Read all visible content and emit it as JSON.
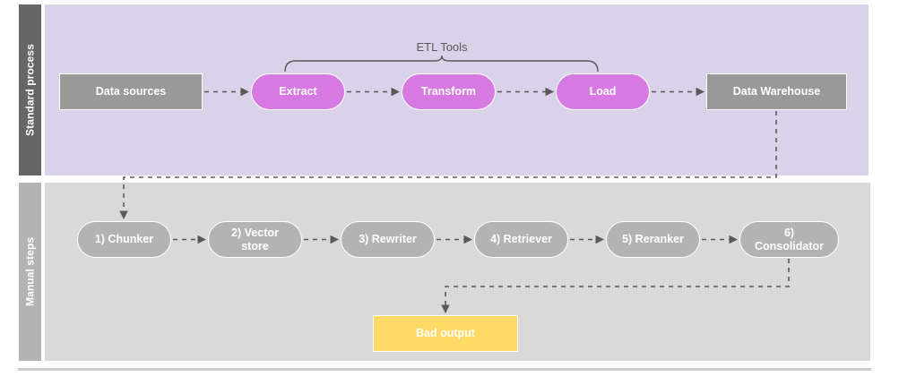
{
  "diagram": {
    "title_label": "ETL Tools",
    "lanes": [
      {
        "id": "standard",
        "label": "Standard process",
        "band_color": "#666666",
        "body_color": "#d9d2e9"
      },
      {
        "id": "manual",
        "label": "Manual steps",
        "band_color": "#b3b3b3",
        "body_color": "#d9d9d9"
      }
    ],
    "standard_process": {
      "nodes": [
        {
          "id": "data-sources",
          "label": "Data sources",
          "shape": "rect",
          "color": "#999999"
        },
        {
          "id": "extract",
          "label": "Extract",
          "shape": "pill",
          "color": "#d67ae1"
        },
        {
          "id": "transform",
          "label": "Transform",
          "shape": "pill",
          "color": "#d67ae1"
        },
        {
          "id": "load",
          "label": "Load",
          "shape": "pill",
          "color": "#d67ae1"
        },
        {
          "id": "data-warehouse",
          "label": "Data Warehouse",
          "shape": "rect",
          "color": "#999999"
        }
      ],
      "bracket": {
        "label": "ETL Tools",
        "spans": [
          "extract",
          "transform",
          "load"
        ]
      }
    },
    "manual_steps": {
      "nodes": [
        {
          "id": "chunker",
          "label": "1) Chunker",
          "shape": "pill",
          "color": "#b3b3b3"
        },
        {
          "id": "vector-store",
          "label": "2) Vector\nstore",
          "shape": "pill",
          "color": "#b3b3b3"
        },
        {
          "id": "rewriter",
          "label": "3) Rewriter",
          "shape": "pill",
          "color": "#b3b3b3"
        },
        {
          "id": "retriever",
          "label": "4) Retriever",
          "shape": "pill",
          "color": "#b3b3b3"
        },
        {
          "id": "reranker",
          "label": "5) Reranker",
          "shape": "pill",
          "color": "#b3b3b3"
        },
        {
          "id": "consolidator",
          "label": "6)\nConsolidator",
          "shape": "pill",
          "color": "#b3b3b3"
        }
      ],
      "output": {
        "id": "bad-output",
        "label": "Bad output",
        "shape": "rect",
        "color": "#ffd966"
      }
    },
    "node_labels": {
      "data_sources": "Data sources",
      "extract": "Extract",
      "transform": "Transform",
      "load": "Load",
      "data_warehouse": "Data Warehouse",
      "chunker": "1) Chunker",
      "vector_store_line1": "2) Vector",
      "vector_store_line2": "store",
      "rewriter": "3) Rewriter",
      "retriever": "4) Retriever",
      "reranker": "5) Reranker",
      "consolidator_line1": "6)",
      "consolidator_line2": "Consolidator",
      "bad_output": "Bad output"
    },
    "connections": [
      {
        "from": "data-sources",
        "to": "extract",
        "style": "dashed"
      },
      {
        "from": "extract",
        "to": "transform",
        "style": "dashed"
      },
      {
        "from": "transform",
        "to": "load",
        "style": "dashed"
      },
      {
        "from": "load",
        "to": "data-warehouse",
        "style": "dashed"
      },
      {
        "from": "data-warehouse",
        "to": "chunker",
        "style": "dashed"
      },
      {
        "from": "chunker",
        "to": "vector-store",
        "style": "dashed"
      },
      {
        "from": "vector-store",
        "to": "rewriter",
        "style": "dashed"
      },
      {
        "from": "rewriter",
        "to": "retriever",
        "style": "dashed"
      },
      {
        "from": "retriever",
        "to": "reranker",
        "style": "dashed"
      },
      {
        "from": "reranker",
        "to": "consolidator",
        "style": "dashed"
      },
      {
        "from": "consolidator",
        "to": "bad-output",
        "style": "dashed"
      }
    ],
    "colors": {
      "connector": "#595959",
      "text_light": "#ffffff",
      "text_dark": "#595959",
      "background": "#ffffff",
      "rule": "#cccccc"
    }
  }
}
